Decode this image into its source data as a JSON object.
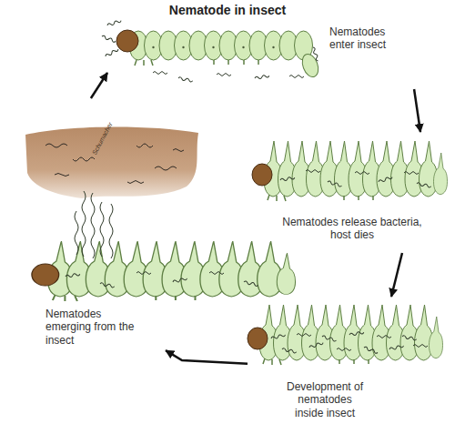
{
  "diagram": {
    "title": "Nematode in insect",
    "nodes": [
      {
        "text": [
          "Nematodes enter insect"
        ]
      },
      {
        "text": [
          "Nematodes release bacteria, host dies"
        ]
      },
      {
        "text": [
          "Development of nematodes inside insect"
        ]
      },
      {
        "text": [
          "Nematodes emerging from the insect"
        ]
      }
    ],
    "edges": [
      {
        "from": 0,
        "to": 1,
        "arrow": "to"
      },
      {
        "from": 1,
        "to": 2,
        "arrow": "to"
      },
      {
        "from": 2,
        "to": 3,
        "arrow": "to"
      },
      {
        "from": 3,
        "to": 0,
        "arrow": "to"
      }
    ],
    "labels": [
      "Schumacher"
    ]
  }
}
